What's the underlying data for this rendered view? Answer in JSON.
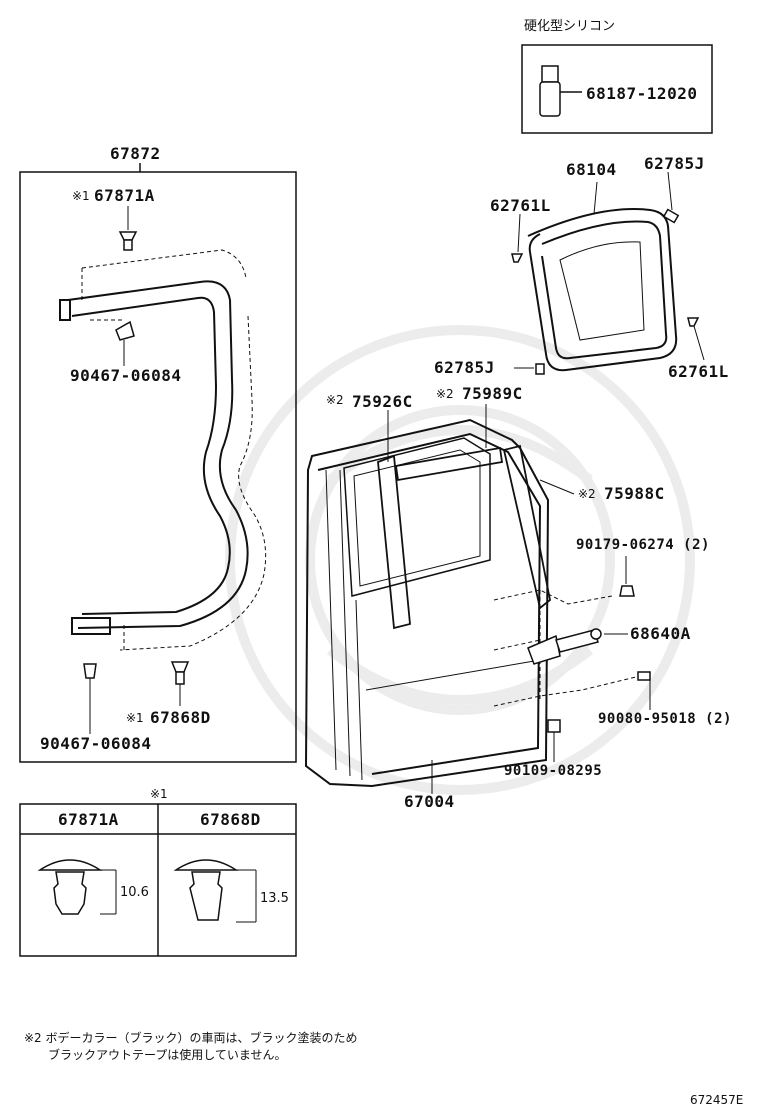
{
  "silicone_box": {
    "title": "硬化型シリコン",
    "part": "68187-12020"
  },
  "labels": {
    "p67872": "67872",
    "p67871a_mark": "※1",
    "p67871a": "67871A",
    "p90467_top": "90467-06084",
    "p90467_bottom": "90467-06084",
    "p67868d_mark": "※1",
    "p67868d": "67868D",
    "p68104": "68104",
    "p62785j_top": "62785J",
    "p62761l_top": "62761L",
    "p62785j_mid": "62785J",
    "p62761l_right": "62761L",
    "p75926c_mark": "※2",
    "p75926c": "75926C",
    "p75989c_mark": "※2",
    "p75989c": "75989C",
    "p75988c_mark": "※2",
    "p75988c": "75988C",
    "p90179": "90179-06274 (2)",
    "p68640a": "68640A",
    "p90080": "90080-95018 (2)",
    "p90109": "90109-08295",
    "p67004": "67004"
  },
  "clip_table": {
    "mark": "※1",
    "col1_header": "67871A",
    "col2_header": "67868D",
    "col1_dim": "10.6",
    "col2_dim": "13.5"
  },
  "footnote": {
    "line1": "※2 ボデーカラー（ブラック）の車両は、ブラック塗装のため",
    "line2": "ブラックアウトテープは使用していません。"
  },
  "diagram_id": "672457E"
}
